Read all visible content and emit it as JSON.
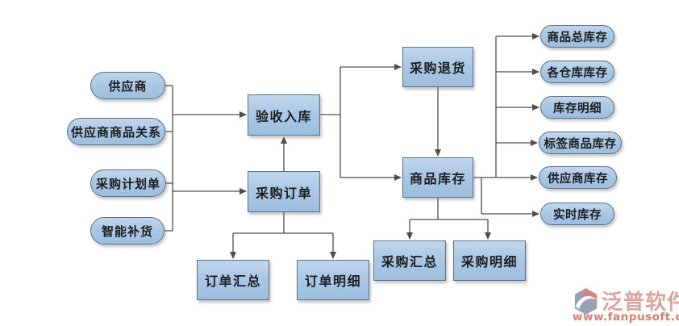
{
  "diagram": {
    "title_hint": "purchase-inventory-flowchart",
    "nodes": {
      "supplier": {
        "label": "供应商"
      },
      "supplier_product_relation": {
        "label": "供应商商品关系"
      },
      "purchase_plan": {
        "label": "采购计划单"
      },
      "smart_replenishment": {
        "label": "智能补货"
      },
      "receive_inbound": {
        "label": "验收入库"
      },
      "purchase_order": {
        "label": "采购订单"
      },
      "purchase_return": {
        "label": "采购退货"
      },
      "product_inventory": {
        "label": "商品库存"
      },
      "order_summary": {
        "label": "订单汇总"
      },
      "order_detail": {
        "label": "订单明细"
      },
      "purchase_summary": {
        "label": "采购汇总"
      },
      "purchase_detail": {
        "label": "采购明细"
      },
      "total_product_inventory": {
        "label": "商品总库存"
      },
      "warehouse_inventory": {
        "label": "各仓库库存"
      },
      "inventory_detail": {
        "label": "库存明细"
      },
      "tagged_product_inventory": {
        "label": "标签商品库存"
      },
      "supplier_inventory": {
        "label": "供应商库存"
      },
      "realtime_inventory": {
        "label": "实时库存"
      }
    },
    "colors": {
      "node_fill_top": "#c1d6ec",
      "node_fill_bottom": "#9dbede",
      "node_border": "#5c7187",
      "connector": "#4d4d4d",
      "background": "#ffffff"
    }
  },
  "watermark": {
    "brand": "泛普软件",
    "url": "www.fanpusoft.com",
    "brand_color": "#d9a49d",
    "url_color": "#d97b6e"
  }
}
